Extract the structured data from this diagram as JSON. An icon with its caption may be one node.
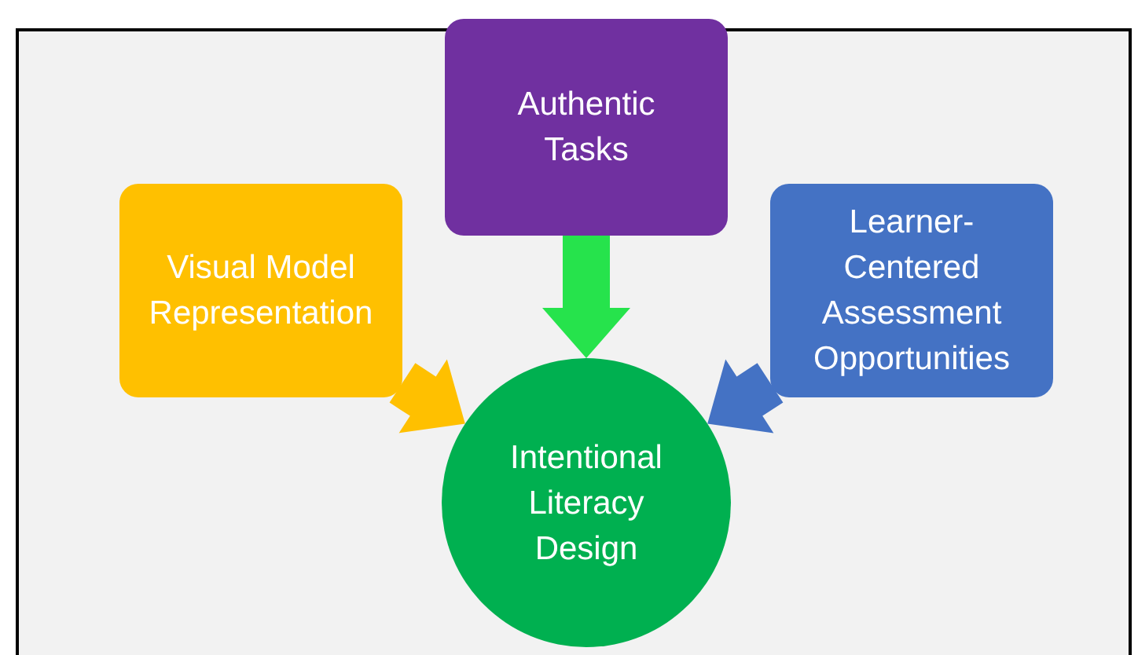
{
  "diagram": {
    "nodes": [
      {
        "text": [
          "Authentic Tasks"
        ]
      },
      {
        "text": [
          "Visual Model Representation"
        ]
      },
      {
        "text": [
          "Learner-Centered Assessment Opportunities"
        ]
      },
      {
        "text": [
          "Intentional Literacy Design"
        ]
      }
    ],
    "edges": [
      {
        "from": 0,
        "to": 3,
        "arrow": "to",
        "style": "thick",
        "color": "#26e34c"
      },
      {
        "from": 1,
        "to": 3,
        "arrow": "to",
        "style": "thick",
        "color": "#ffc000"
      },
      {
        "from": 2,
        "to": 3,
        "arrow": "to",
        "style": "thick",
        "color": "#4472c4"
      }
    ]
  }
}
